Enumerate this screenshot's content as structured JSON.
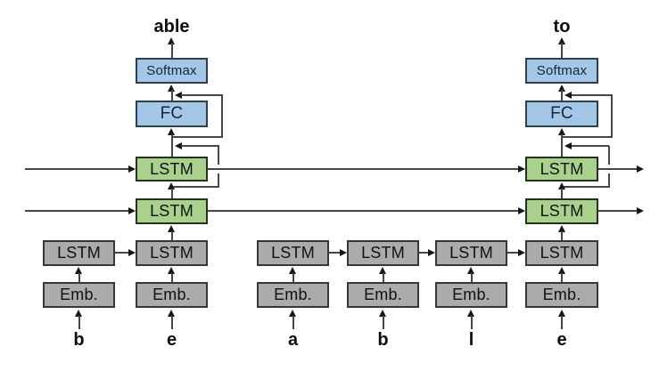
{
  "figure": {
    "kind": "stacked character-LSTM language model architecture",
    "background": "#ffffff"
  },
  "colors": {
    "blue_fill": "#a4c7e8",
    "blue_border": "#2e3f50",
    "green_fill": "#a9d18e",
    "green_border": "#26301b",
    "gray_fill": "#ababab",
    "gray_border": "#373737",
    "line": "#474747",
    "arrow": "#161616",
    "text": "#111111"
  },
  "towers": [
    {
      "side": "left",
      "output_label": "able",
      "softmax_label": "Softmax",
      "fc_label": "FC",
      "lstm_upper_label": "LSTM",
      "lstm_lower_label": "LSTM"
    },
    {
      "side": "right",
      "output_label": "to",
      "softmax_label": "Softmax",
      "fc_label": "FC",
      "lstm_upper_label": "LSTM",
      "lstm_lower_label": "LSTM"
    }
  ],
  "columns": [
    {
      "group": "left",
      "input_label": "b",
      "lstm_label": "LSTM",
      "emb_label": "Emb."
    },
    {
      "group": "left",
      "input_label": "e",
      "lstm_label": "LSTM",
      "emb_label": "Emb."
    },
    {
      "group": "right",
      "input_label": "a",
      "lstm_label": "LSTM",
      "emb_label": "Emb."
    },
    {
      "group": "right",
      "input_label": "b",
      "lstm_label": "LSTM",
      "emb_label": "Emb."
    },
    {
      "group": "right",
      "input_label": "l",
      "lstm_label": "LSTM",
      "emb_label": "Emb."
    },
    {
      "group": "right",
      "input_label": "e",
      "lstm_label": "LSTM",
      "emb_label": "Emb."
    }
  ]
}
